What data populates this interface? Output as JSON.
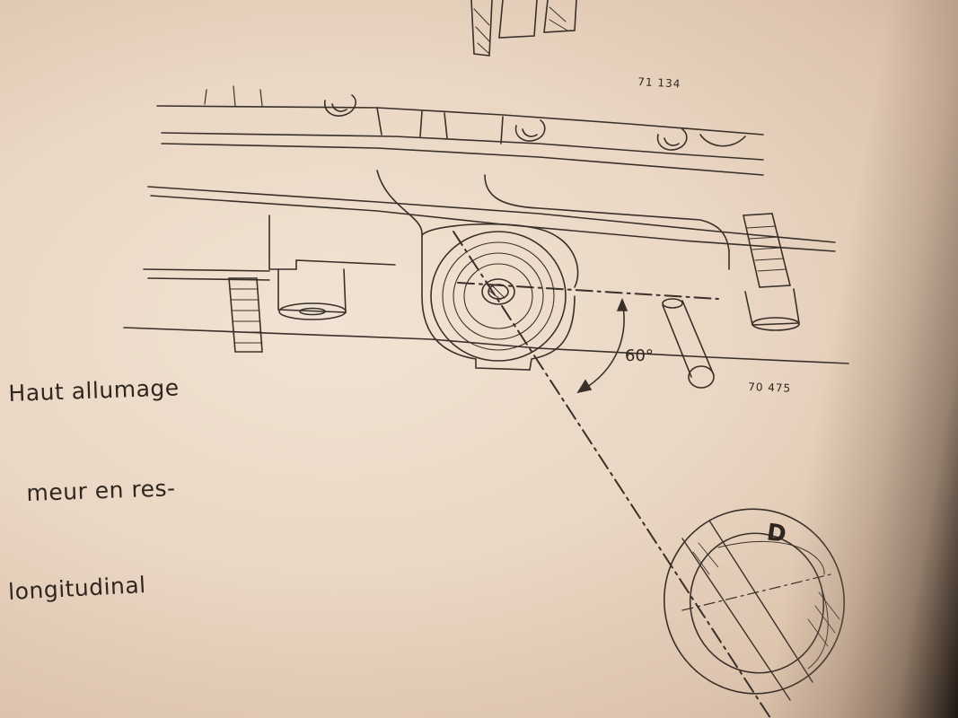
{
  "figure": {
    "top_ref": "71 134",
    "bottom_ref": "70 475",
    "angle_label": "60°",
    "detail_mark": "D"
  },
  "captions": [
    "Haut allumage",
    "meur en res-",
    "longitudinal"
  ],
  "colors": {
    "paper": "#ead7c4",
    "ink": "#3a302a"
  }
}
